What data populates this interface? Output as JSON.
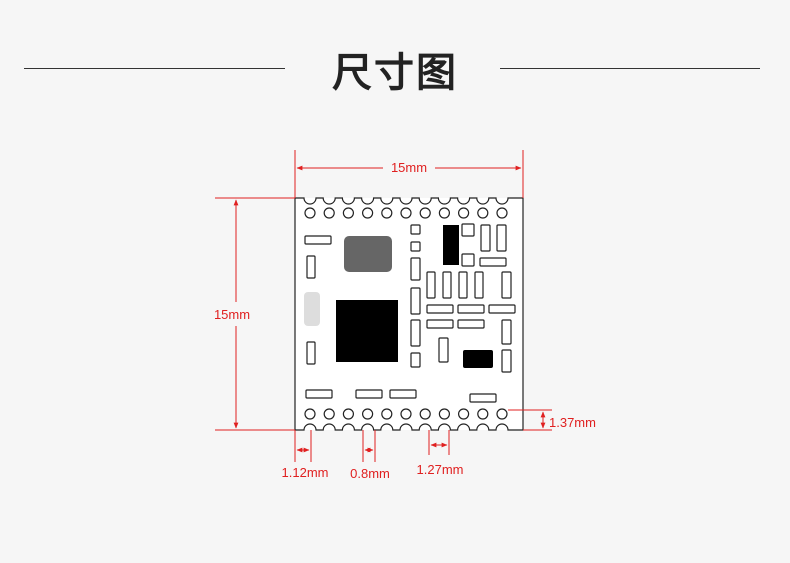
{
  "header": {
    "title": "尺寸图"
  },
  "dimensions": {
    "width": "15mm",
    "height": "15mm",
    "pad_pitch_end": "1.12mm",
    "pad_width": "0.8mm",
    "pad_pitch": "1.27mm",
    "pad_edge_offset": "1.37mm"
  },
  "colors": {
    "dimension": "#e02020",
    "outline": "#222222",
    "chip_dark": "#000000",
    "chip_grey": "#666666",
    "chip_light": "#dddddd"
  }
}
